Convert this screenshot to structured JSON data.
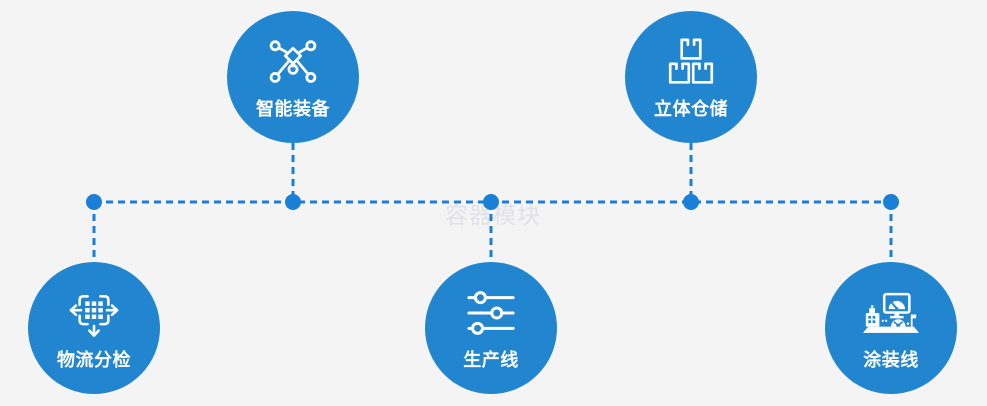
{
  "watermark": "容器模块",
  "colors": {
    "background": "#f4f4f5",
    "node_fill": "#2185d0",
    "connector": "#1a7fd6",
    "label": "#ffffff",
    "watermark": "#e2e2e6"
  },
  "nodes": [
    {
      "id": "smart-equipment",
      "label": "智能装备",
      "icon": "network-nodes-icon"
    },
    {
      "id": "stereo-warehouse",
      "label": "立体仓储",
      "icon": "stacked-boxes-icon"
    },
    {
      "id": "logistics-sorting",
      "label": "物流分检",
      "icon": "distribute-arrows-icon"
    },
    {
      "id": "production-line",
      "label": "生产线",
      "icon": "sliders-icon"
    },
    {
      "id": "painting-line",
      "label": "涂装线",
      "icon": "paint-machine-icon"
    }
  ]
}
